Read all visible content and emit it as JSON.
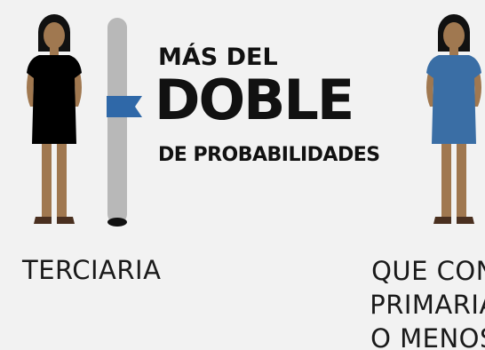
{
  "headline": {
    "line1": "MÁS DEL",
    "line2": "DOBLE",
    "line3": "DE PROBABILIDADES"
  },
  "labels": {
    "left": "TERCIARIA",
    "right_lines": [
      "QUE CON",
      "PRIMARIA",
      "O MENOS"
    ]
  },
  "colors": {
    "background": "#f2f2f2",
    "dress_left": "#000000",
    "dress_right": "#3a6ea5",
    "flag": "#2f68a8",
    "skin": "#a07850",
    "pole": "#b8b8b8"
  },
  "icons": {
    "woman_left": "woman-black-dress-icon",
    "woman_right": "woman-blue-dress-icon",
    "pole": "flag-pole-icon"
  }
}
